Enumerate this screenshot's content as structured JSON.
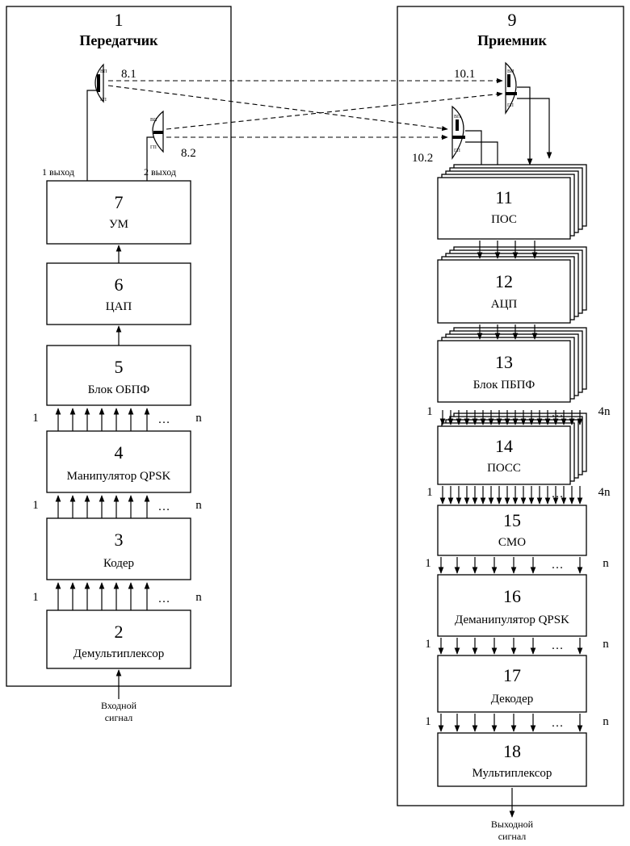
{
  "transmitter": {
    "number": "1",
    "title": "Передатчик",
    "antenna1": "8.1",
    "antenna2": "8.2",
    "out1": "1 выход",
    "out2": "2 выход",
    "input_label_line1": "Входной",
    "input_label_line2": "сигнал",
    "blocks": [
      {
        "num": "7",
        "name": "УМ"
      },
      {
        "num": "6",
        "name": "ЦАП"
      },
      {
        "num": "5",
        "name": "Блок ОБПФ"
      },
      {
        "num": "4",
        "name": "Манипулятор QPSK"
      },
      {
        "num": "3",
        "name": "Кодер"
      },
      {
        "num": "2",
        "name": "Демультиплексор"
      }
    ],
    "bus": {
      "first": "1",
      "last": "n",
      "dots": "…"
    }
  },
  "receiver": {
    "number": "9",
    "title": "Приемник",
    "antenna1": "10.1",
    "antenna2": "10.2",
    "output_label_line1": "Выходной",
    "output_label_line2": "сигнал",
    "blocks": [
      {
        "num": "11",
        "name": "ПОС"
      },
      {
        "num": "12",
        "name": "АЦП"
      },
      {
        "num": "13",
        "name": "Блок ПБПФ"
      },
      {
        "num": "14",
        "name": "ПОСС"
      },
      {
        "num": "15",
        "name": "СМО"
      },
      {
        "num": "16",
        "name": "Деманипулятор QPSK"
      },
      {
        "num": "17",
        "name": "Декодер"
      },
      {
        "num": "18",
        "name": "Мультиплексор"
      }
    ],
    "bus": {
      "first": "1",
      "last_wide": "4n",
      "last": "n",
      "dots": "…"
    }
  },
  "antenna_marks": {
    "top": "ВП",
    "bottom": "ГП"
  }
}
